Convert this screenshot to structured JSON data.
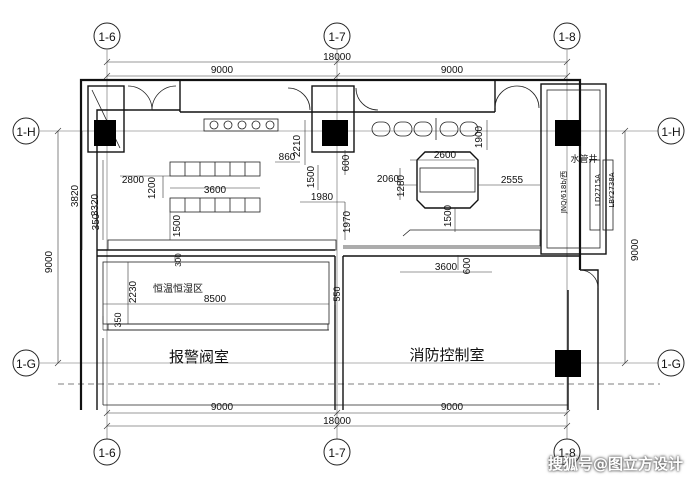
{
  "axes": {
    "top": [
      "1-6",
      "1-7",
      "1-8"
    ],
    "bottom": [
      "1-6",
      "1-7",
      "1-8"
    ],
    "left": [
      "1-H",
      "1-G"
    ],
    "right": [
      "1-H",
      "1-G"
    ]
  },
  "dims": {
    "top_total": "18000",
    "top_left": "9000",
    "top_right": "9000",
    "bottom_total": "18000",
    "bottom_left": "9000",
    "bottom_right": "9000",
    "left_total": "9000",
    "right_total": "9000",
    "d3820": "3820",
    "d3320": "3320",
    "d2800": "2800",
    "d1200": "1200",
    "d3600a": "3600",
    "d1500a": "1500",
    "d350a": "350",
    "d2210": "2210",
    "d860": "860",
    "d1500b": "1500",
    "d600a": "600",
    "d1980": "1980",
    "d1970": "1970",
    "d2600": "2600",
    "d1900": "1900",
    "d2060": "2060",
    "d1280": "1280",
    "d2555": "2555",
    "d1500c": "1500",
    "d600b": "600",
    "d3600b": "3600",
    "d300": "300",
    "d2230": "2230",
    "d8500": "8500",
    "d350b": "350",
    "d550": "550"
  },
  "rooms": {
    "alarm_valve": "报警阀室",
    "fire_control": "消防控制室",
    "climate_zone": "恒温恒湿区",
    "water_shaft": "水管井"
  },
  "equipment": {
    "pipe_a": "LBY2738A",
    "pipe_b": "LD2715A",
    "pipe_c": "JNQ/618b/西"
  },
  "watermark": "搜狐号@图立方设计"
}
